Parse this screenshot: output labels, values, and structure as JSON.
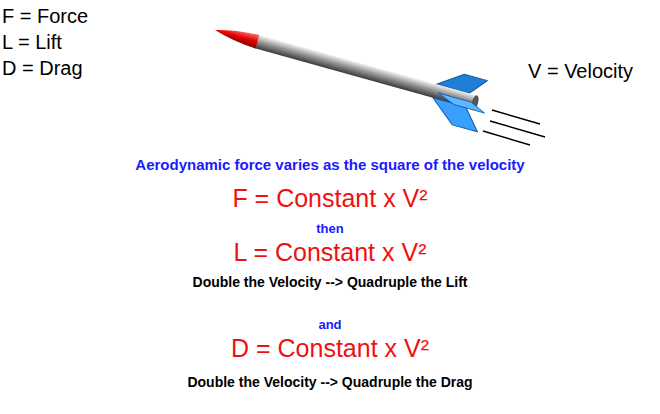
{
  "diagram": {
    "title": "Aerodynamic force varies as the square of the velocity",
    "labels": [
      "F = Force",
      "L = Lift",
      "D = Drag",
      "V = Velocity",
      "F = Constant x V²",
      "then",
      "L = Constant x V²",
      "Double the Velocity --> Quadruple the Lift",
      "and",
      "D = Constant x V²",
      "Double the Velocity --> Quadruple the Drag"
    ]
  }
}
